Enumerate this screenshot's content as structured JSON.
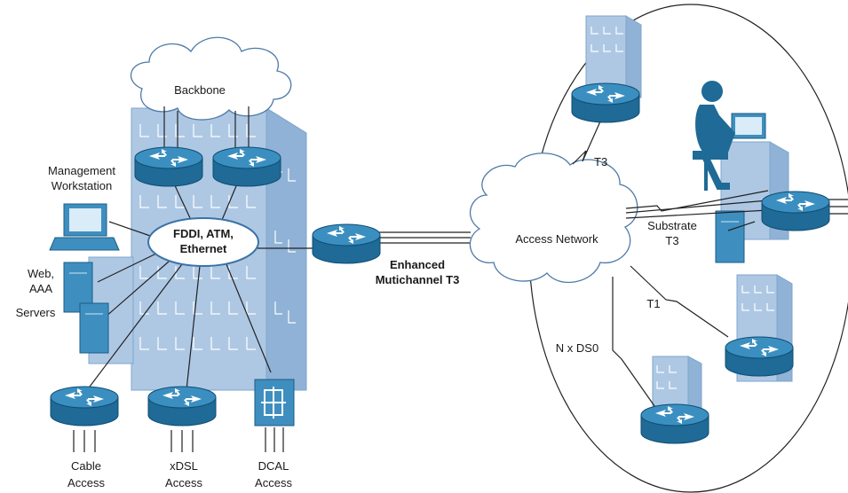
{
  "labels": {
    "backbone": "Backbone",
    "management_line1": "Management",
    "management_line2": "Workstation",
    "fddi_line1": "FDDI, ATM,",
    "fddi_line2": "Ethernet",
    "servers_line1": "Web,",
    "servers_line2": "AAA",
    "servers_line3": "Servers",
    "cable_line1": "Cable",
    "cable_line2": "Access",
    "xdsl_line1": "xDSL",
    "xdsl_line2": "Access",
    "dcal_line1": "DCAL",
    "dcal_line2": "Access",
    "enhanced_line1": "Enhanced",
    "enhanced_line2": "Mutichannel T3",
    "access_network": "Access Network",
    "t3": "T3",
    "substrate_line1": "Substrate",
    "substrate_line2": "T3",
    "t1": "T1",
    "ndso": "N x DS0"
  },
  "icons": [
    "router-icon",
    "cloud-icon",
    "building-icon",
    "workstation-icon",
    "server-icon",
    "user-icon",
    "switch-icon"
  ],
  "colors": {
    "router": "#1f6a96",
    "building": "#aec8e4",
    "cloud_outline": "#4d7aa6"
  }
}
